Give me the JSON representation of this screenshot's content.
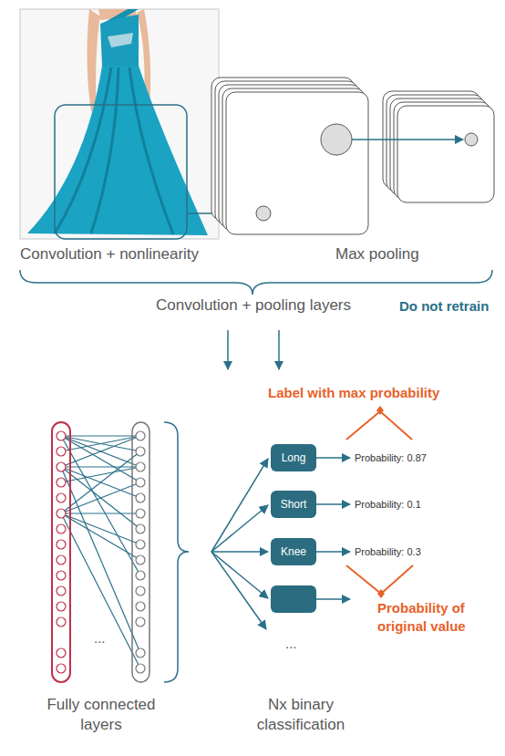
{
  "diagram": {
    "nodes": [
      {
        "text": [
          "Long"
        ]
      },
      {
        "text": [
          "Short"
        ]
      },
      {
        "text": [
          "Knee"
        ]
      }
    ],
    "labels": [
      "Convolution + nonlinearity",
      "Max pooling",
      "Convolution + pooling layers",
      "Do not retrain",
      "Label with max probability",
      "Probability: 0.87",
      "Probability: 0.1",
      "Probability: 0.3",
      "Probability of original value",
      "...",
      "...",
      "Fully connected layers",
      "Nx binary classification"
    ]
  }
}
